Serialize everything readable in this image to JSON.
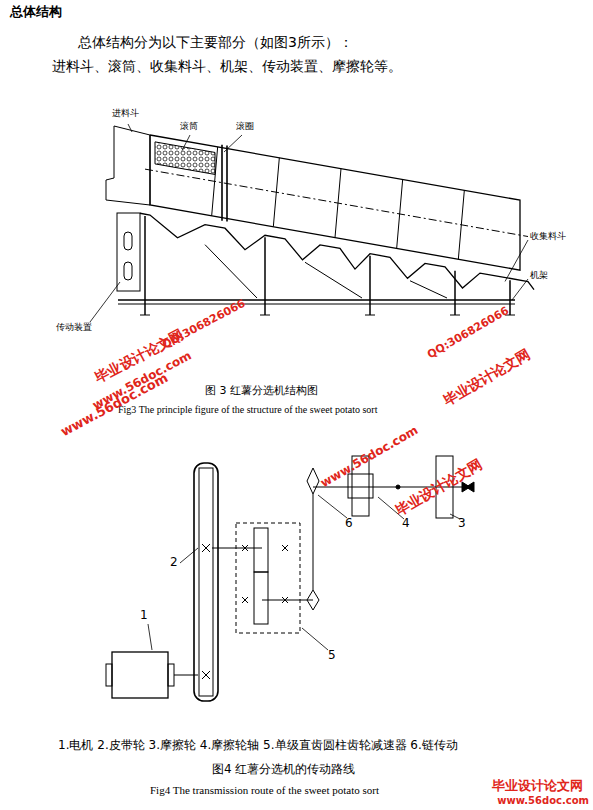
{
  "diagram": {
    "title": "总体结构",
    "labels": [
      "总体结构分为以下主要部分（如图3所示）：",
      "进料斗、滚筒、收集料斗、机架、传动装置、摩擦轮等。",
      "进料斗",
      "滚筒",
      "滚圈",
      "收集料斗",
      "机架",
      "传动装置",
      "图 3  红薯分选机结构图",
      "Fig3 The principle figure of the structure of the sweet potato sort",
      "毕业设计论文网",
      "www.56doc.com",
      "QQ:306826066",
      "www.56doc.com",
      "QQ:306826066",
      "毕业设计论文网",
      "www.56doc.com",
      "毕业设计论文网",
      "6",
      "4",
      "3",
      "2",
      "1",
      "5",
      "1.电机 2.皮带轮 3.摩擦轮 4.摩擦轮轴 5.单级直齿圆柱齿轮减速器 6.链传动",
      "图4  红薯分选机的传动路线",
      "Fig4 The transmission route of the sweet potato sort",
      "毕业设计论文网",
      "www.56doc.com"
    ]
  }
}
